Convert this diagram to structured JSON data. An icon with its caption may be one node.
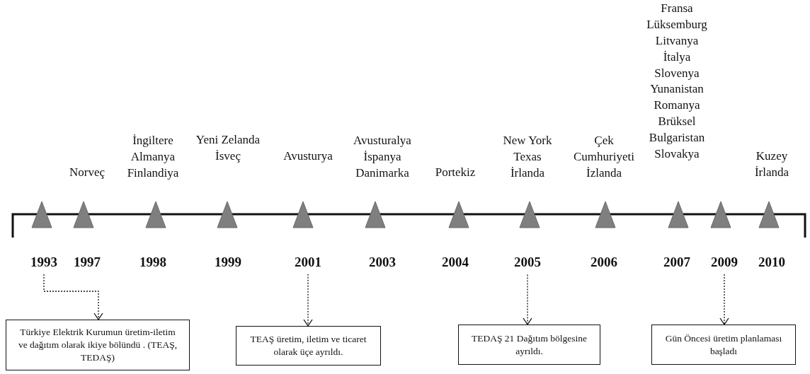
{
  "diagram": {
    "nodes": [
      {
        "text": [
          "1993"
        ]
      },
      {
        "text": [
          "1997"
        ],
        "beside": [
          "Norveç"
        ]
      },
      {
        "text": [
          "1998"
        ],
        "beside": [
          "İngiltere",
          "Almanya",
          "Finlandiya"
        ]
      },
      {
        "text": [
          "1999"
        ],
        "beside": [
          "Yeni Zelanda",
          "İsveç"
        ]
      },
      {
        "text": [
          "2001"
        ],
        "beside": [
          "Avusturya"
        ]
      },
      {
        "text": [
          "2003"
        ],
        "beside": [
          "Avusturalya",
          "İspanya",
          "Danimarka"
        ]
      },
      {
        "text": [
          "2004"
        ],
        "beside": [
          "Portekiz"
        ]
      },
      {
        "text": [
          "2005"
        ],
        "beside": [
          "New York",
          "Texas",
          "İrlanda"
        ]
      },
      {
        "text": [
          "2006"
        ],
        "beside": [
          "Çek Cumhuriyeti",
          "İzlanda"
        ]
      },
      {
        "text": [
          "2007"
        ],
        "beside": [
          "Fransa",
          "Lüksemburg",
          "Litvanya",
          "İtalya",
          "Slovenya",
          "Yunanistan",
          "Romanya",
          "Brüksel",
          "Bulgaristan",
          "Slovakya"
        ]
      },
      {
        "text": [
          "2009"
        ]
      },
      {
        "text": [
          "2010"
        ],
        "beside": [
          "Kuzey İrlanda"
        ]
      },
      {
        "text": [
          "Türkiye Elektrik Kurumun üretim-iletim ve dağıtım olarak ikiye bölündü . (TEAŞ, TEDAŞ)"
        ]
      },
      {
        "text": [
          "TEAŞ üretim, iletim ve ticaret olarak üçe ayrıldı."
        ]
      },
      {
        "text": [
          "TEDAŞ 21 Dağıtım bölgesine ayrıldı."
        ]
      },
      {
        "text": [
          "Gün Öncesi üretim planlaması başladı"
        ]
      }
    ],
    "edges": [
      {
        "from": 0,
        "to": 12,
        "arrow": "to",
        "style": "dashed"
      },
      {
        "from": 4,
        "to": 13,
        "arrow": "to",
        "style": "dashed"
      },
      {
        "from": 7,
        "to": 14,
        "arrow": "to",
        "style": "dashed"
      },
      {
        "from": 10,
        "to": 15,
        "arrow": "to",
        "style": "dashed"
      }
    ]
  }
}
